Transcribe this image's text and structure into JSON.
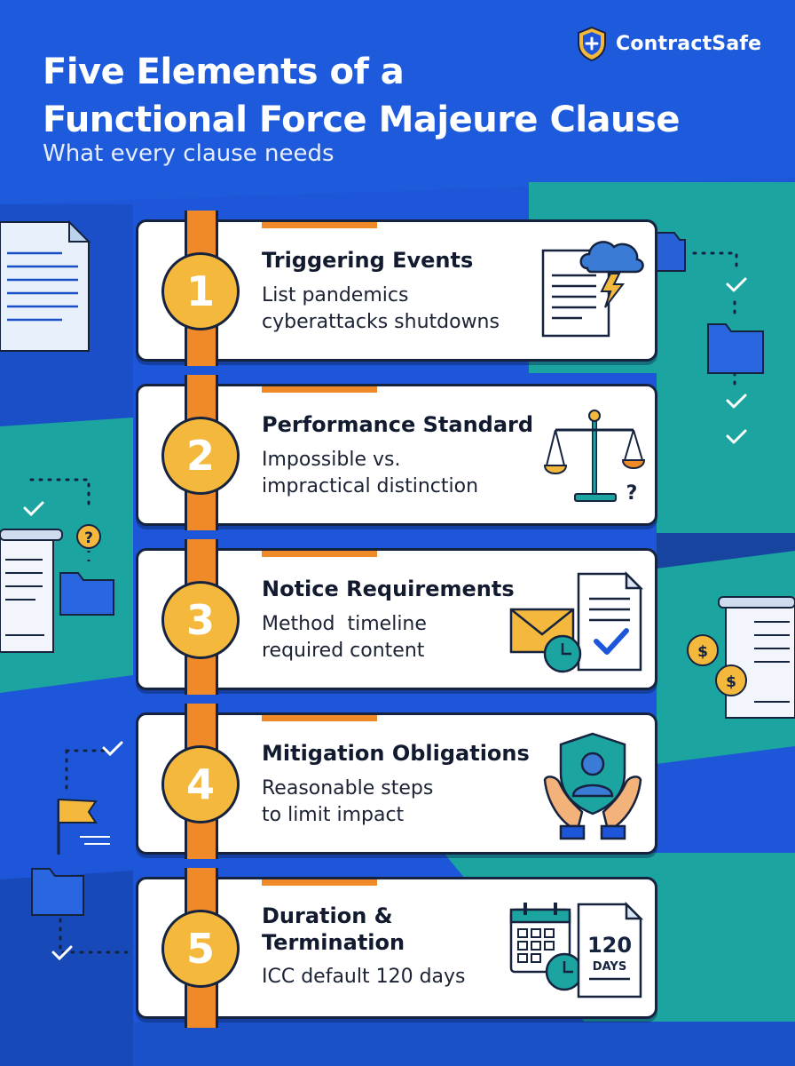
{
  "brand": {
    "name": "ContractSafe"
  },
  "header": {
    "title_line1": "Five Elements of a",
    "title_line2": "Functional Force Majeure Clause",
    "subtitle": "What every clause needs"
  },
  "colors": {
    "background": "#1d56d8",
    "teal": "#1ba4a0",
    "accent_orange": "#f08a28",
    "badge_yellow": "#f3b83c",
    "outline_navy": "#16233f"
  },
  "elements": [
    {
      "number": "1",
      "title": "Triggering Events",
      "description": "List pandemics\ncyberattacks shutdowns",
      "icon": "document-storm-icon"
    },
    {
      "number": "2",
      "title": "Performance Standard",
      "description": "Impossible vs.\nimpractical distinction",
      "icon": "scales-icon"
    },
    {
      "number": "3",
      "title": "Notice Requirements",
      "description": "Method  timeline\nrequired content",
      "icon": "notice-envelope-icon"
    },
    {
      "number": "4",
      "title": "Mitigation Obligations",
      "description": "Reasonable steps\nto limit impact",
      "icon": "protect-person-icon"
    },
    {
      "number": "5",
      "title": "Duration &\nTermination",
      "description": "ICC default 120 days",
      "icon": "calendar-icon",
      "badge_number": "120",
      "badge_unit": "DAYS"
    }
  ]
}
